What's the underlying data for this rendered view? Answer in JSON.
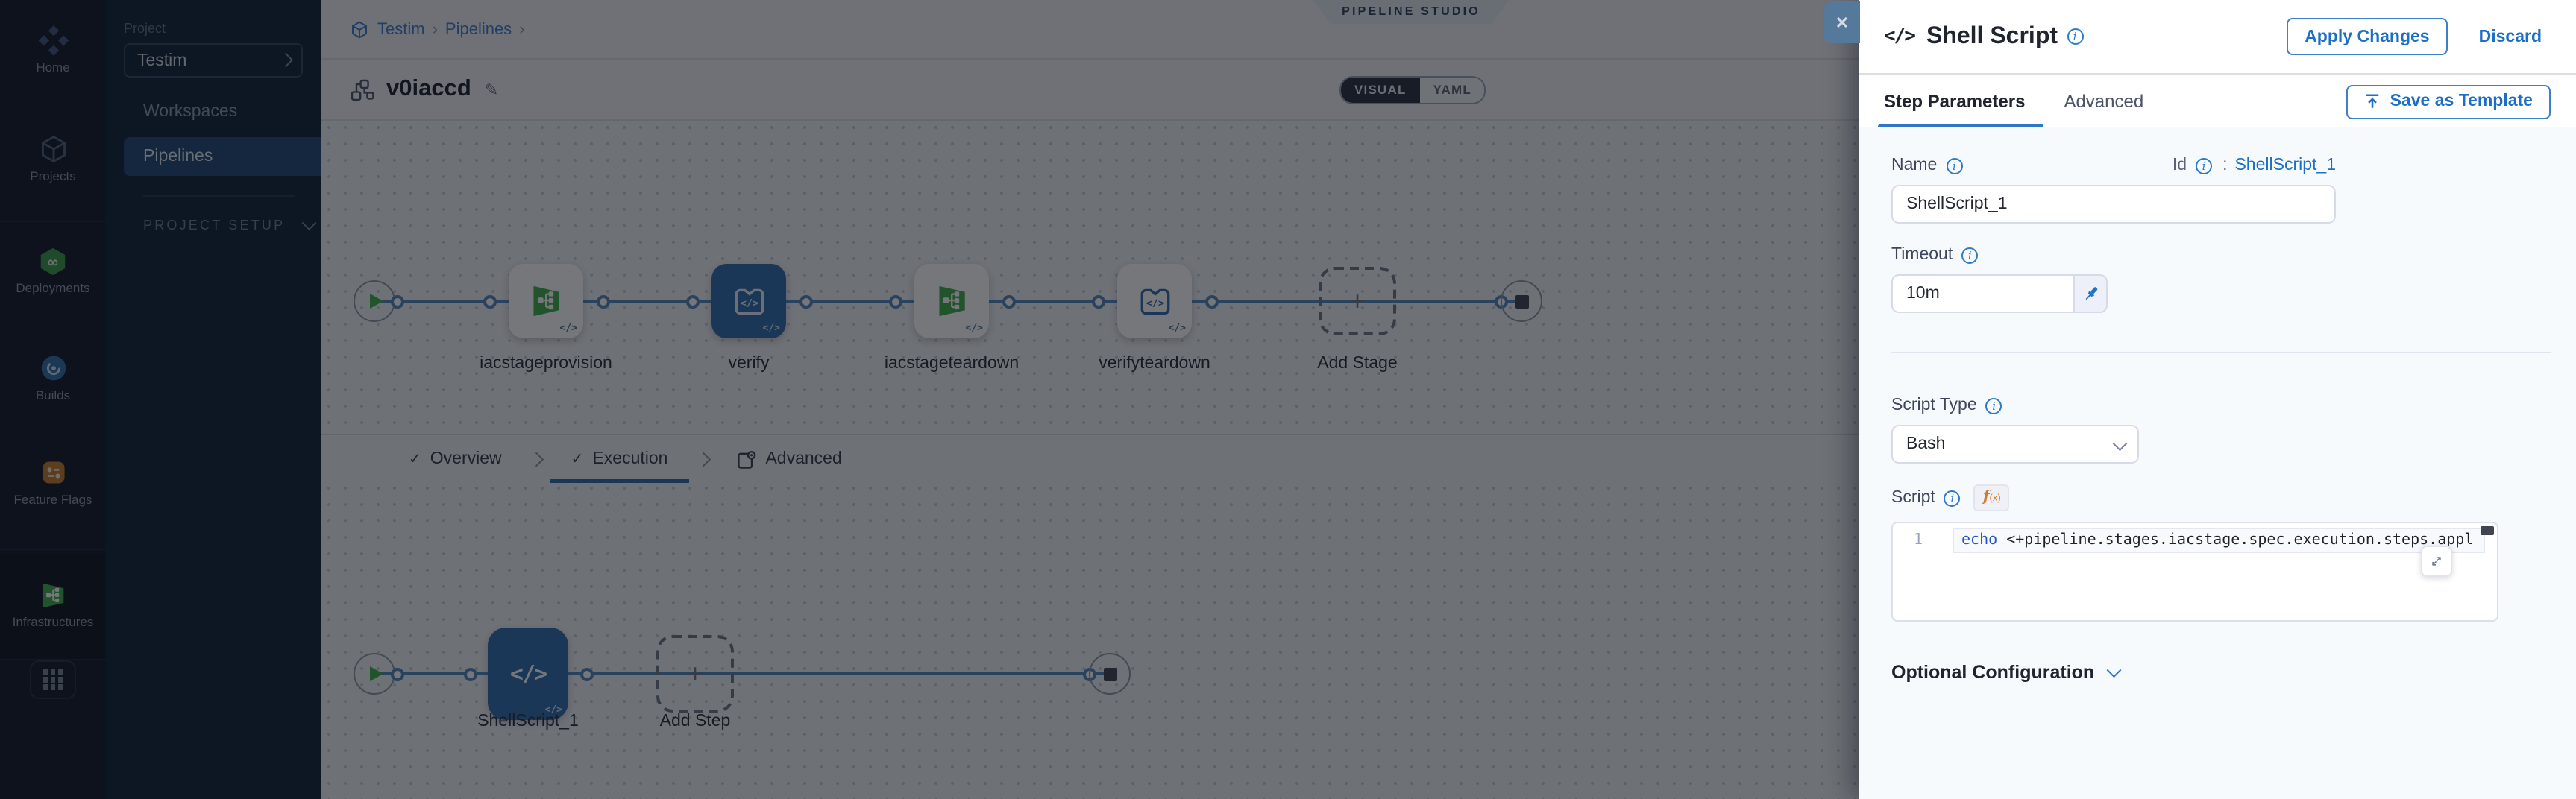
{
  "nav_rail": {
    "items": [
      "Home",
      "Projects",
      "Deployments",
      "Builds",
      "Feature Flags",
      "Infrastructures"
    ]
  },
  "project_sidebar": {
    "section_label": "Project",
    "project_name": "Testim",
    "items": [
      "Workspaces",
      "Pipelines"
    ],
    "active_item": "Pipelines",
    "setup_label": "PROJECT SETUP"
  },
  "topbar": {
    "breadcrumb": [
      "Testim",
      "Pipelines"
    ],
    "studio_badge": "PIPELINE STUDIO",
    "pipeline_name": "v0iaccd",
    "view_modes": [
      "VISUAL",
      "YAML"
    ],
    "active_view": "VISUAL"
  },
  "stage_graph": {
    "stages": [
      "iacstageprovision",
      "verify",
      "iacstageteardown",
      "verifyteardown"
    ],
    "selected_stage": "verify",
    "add_label": "Add Stage"
  },
  "stage_tabs": {
    "items": [
      "Overview",
      "Execution",
      "Advanced"
    ],
    "active": "Execution"
  },
  "step_graph": {
    "steps": [
      "ShellScript_1"
    ],
    "add_label": "Add Step"
  },
  "drawer": {
    "title": "Shell Script",
    "apply_button": "Apply Changes",
    "discard_button": "Discard",
    "tabs": [
      "Step Parameters",
      "Advanced"
    ],
    "active_tab": "Step Parameters",
    "save_template_button": "Save as Template",
    "form": {
      "name_label": "Name",
      "name_value": "ShellScript_1",
      "id_label": "Id",
      "id_separator": ":",
      "id_value": "ShellScript_1",
      "timeout_label": "Timeout",
      "timeout_value": "10m",
      "script_type_label": "Script Type",
      "script_type_value": "Bash",
      "script_label": "Script",
      "optional_config_label": "Optional Configuration"
    },
    "editor": {
      "line_number": "1",
      "keyword": "echo",
      "code": " <+pipeline.stages.iacstage.spec.execution.steps.appl"
    }
  },
  "glyphs": {
    "info": "i",
    "close": "✕",
    "check": "✓",
    "code": "</>",
    "plus": "+",
    "fx": "f",
    "fx_sub": "(x)",
    "pencil": "✎",
    "chevron_right": "›"
  },
  "colors": {
    "accent": "#0278d5",
    "selected_node": "#2e6cab",
    "connector": "#4f8ac0",
    "stage_green": "#3fae49",
    "canvas_bg": "#eef0f3",
    "sidebar_bg": "#101e33"
  }
}
